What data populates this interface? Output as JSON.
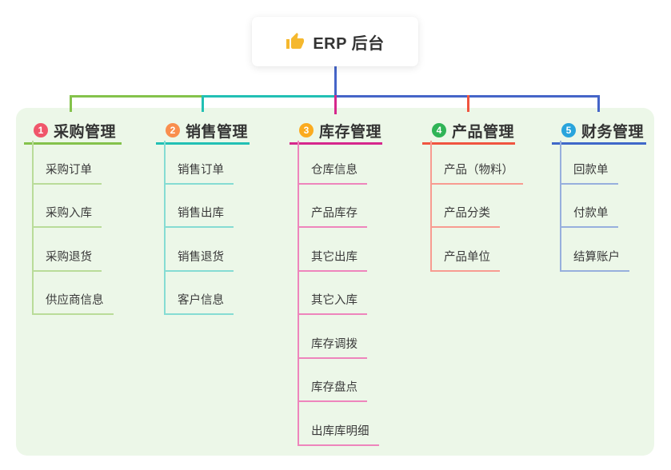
{
  "root": {
    "icon": "thumbs-up-icon",
    "label": "ERP 后台"
  },
  "panel": {
    "background": "#ecf7e8"
  },
  "connector": {
    "root_color": "#4565c8"
  },
  "branches": [
    {
      "index": "1",
      "label": "采购管理",
      "badge_color": "#f0566b",
      "line_color": "#84c24b",
      "child_line_color": "#b9dc99",
      "children": [
        "采购订单",
        "采购入库",
        "采购退货",
        "供应商信息"
      ]
    },
    {
      "index": "2",
      "label": "销售管理",
      "badge_color": "#f98e4e",
      "line_color": "#22c0b4",
      "child_line_color": "#85dcd3",
      "children": [
        "销售订单",
        "销售出库",
        "销售退货",
        "客户信息"
      ]
    },
    {
      "index": "3",
      "label": "库存管理",
      "badge_color": "#fbab1f",
      "line_color": "#d6278c",
      "child_line_color": "#ee85bc",
      "children": [
        "仓库信息",
        "产品库存",
        "其它出库",
        "其它入库",
        "库存调拨",
        "库存盘点",
        "出库库明细"
      ]
    },
    {
      "index": "4",
      "label": "产品管理",
      "badge_color": "#2fb456",
      "line_color": "#f05540",
      "child_line_color": "#f89b91",
      "children": [
        "产品（物料）",
        "产品分类",
        "产品单位"
      ]
    },
    {
      "index": "5",
      "label": "财务管理",
      "badge_color": "#29a4dc",
      "line_color": "#3f68c9",
      "child_line_color": "#97afdd",
      "children": [
        "回款单",
        "付款单",
        "结算账户"
      ]
    }
  ]
}
